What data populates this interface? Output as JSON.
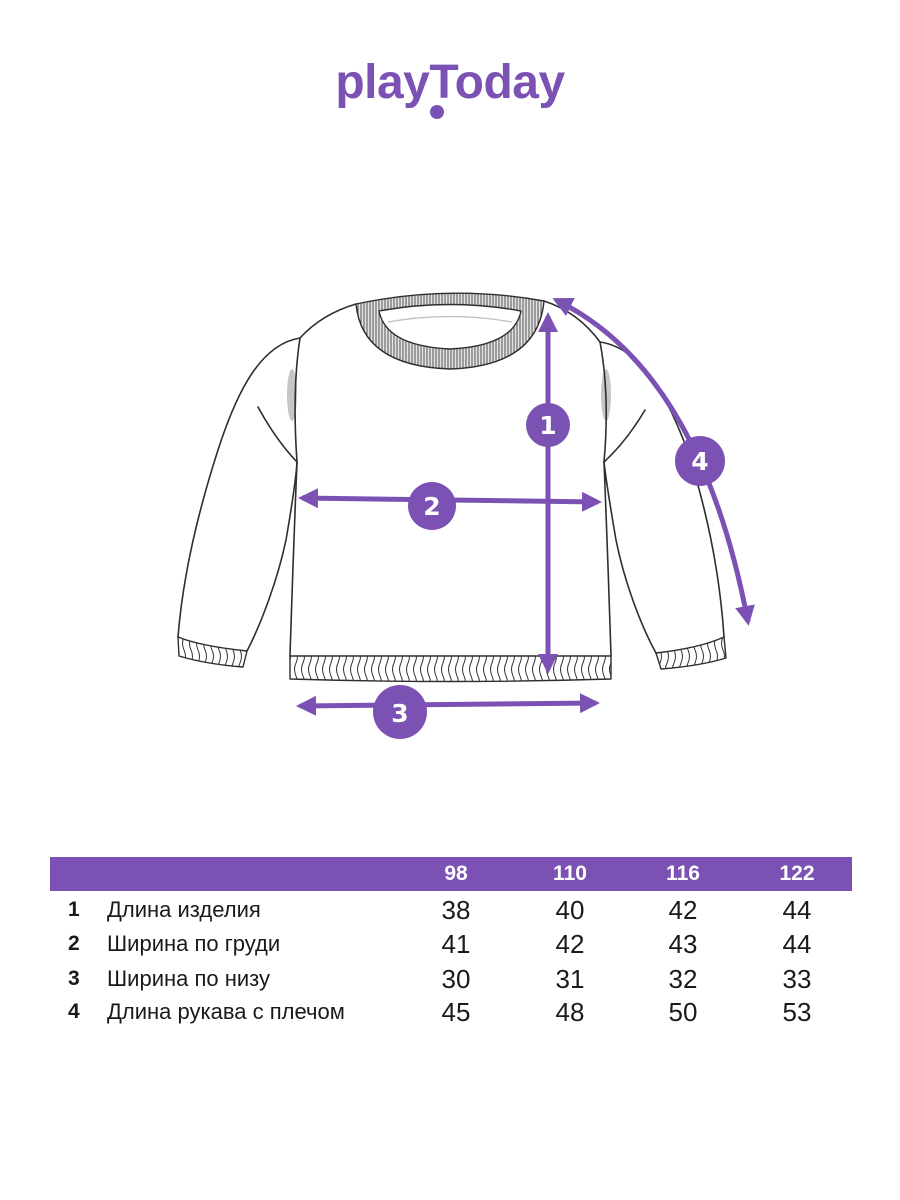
{
  "brand": {
    "name": "playToday"
  },
  "colors": {
    "accent": "#7b52b3",
    "text": "#1a1a1a",
    "outline": "#2e2e2e"
  },
  "diagram": {
    "markers": [
      {
        "label": "1"
      },
      {
        "label": "2"
      },
      {
        "label": "3"
      },
      {
        "label": "4"
      }
    ]
  },
  "table": {
    "sizes": [
      "98",
      "110",
      "116",
      "122"
    ],
    "rows": [
      {
        "index": "1",
        "label": "Длина изделия",
        "values": [
          "38",
          "40",
          "42",
          "44"
        ]
      },
      {
        "index": "2",
        "label": "Ширина по груди",
        "values": [
          "41",
          "42",
          "43",
          "44"
        ]
      },
      {
        "index": "3",
        "label": "Ширина по низу",
        "values": [
          "30",
          "31",
          "32",
          "33"
        ]
      },
      {
        "index": "4",
        "label": "Длина рукава с плечом",
        "values": [
          "45",
          "48",
          "50",
          "53"
        ]
      }
    ]
  }
}
